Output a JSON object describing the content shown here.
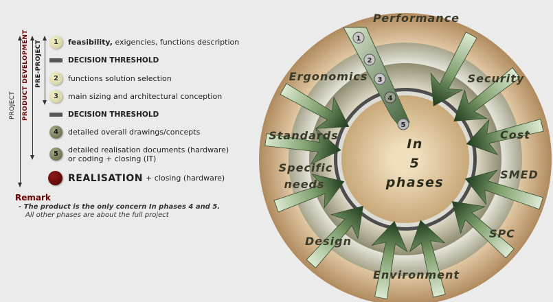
{
  "labels": {
    "project": "PROJECT",
    "product_development": "PRODUCT DEVELOPMENT",
    "pre_project": "PRE-PROJECT"
  },
  "legend": {
    "phase1": {
      "num": "1",
      "bold": "feasibility,",
      "text": " exigencies, functions description"
    },
    "threshold1": "DECISION THRESHOLD",
    "phase2": {
      "num": "2",
      "text": "functions solution selection"
    },
    "phase3": {
      "num": "3",
      "text": "main sizing and architectural conception"
    },
    "threshold2": "DECISION THRESHOLD",
    "phase4": {
      "num": "4",
      "text": "detailed overall drawings/concepts"
    },
    "phase5": {
      "num": "5",
      "line1": "detailed realisation documents (hardware)",
      "line2": "or coding + closing (IT)"
    },
    "realisation": "REALISATION",
    "realisation_sub": "+ closing (hardware)"
  },
  "remark": {
    "title": "Remark",
    "line1": "-  The product is the only concern In phases 4 and 5.",
    "line2": "All other phases are about the full project"
  },
  "wheel": {
    "center_lines": [
      "In",
      "5",
      "phases"
    ],
    "outer_labels": [
      "Performance",
      "Security",
      "Cost",
      "SMED",
      "SPC",
      "Environment",
      "Design",
      "Specific",
      "needs",
      "Standards",
      "Ergonomics"
    ],
    "phase_markers": [
      "1",
      "2",
      "3",
      "4",
      "5"
    ]
  },
  "colors": {
    "outer_ring": "#c9a97f",
    "arrow_dark": "#2f4a2a",
    "arrow_light": "#cfe0c2",
    "remark": "#6b0000"
  }
}
